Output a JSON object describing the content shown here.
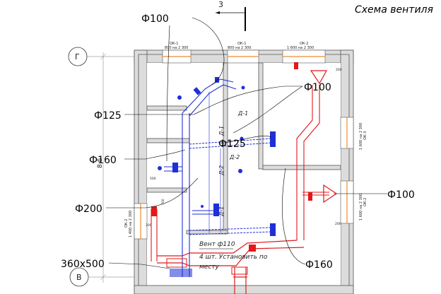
{
  "title": "Схема вентиля",
  "section_mark": "3",
  "axes": {
    "top": "Г",
    "bottom": "В"
  },
  "side_dimension": "8 6",
  "callouts": {
    "c1": "Ф100",
    "c2": "Ф100",
    "c3": "Ф125",
    "c4": "Ф125",
    "c5": "Ф160",
    "c6": "Ф100",
    "c7": "Ф200",
    "c8": "360x500",
    "c9": "Ф160"
  },
  "windows": {
    "top1_code": "ОК-1",
    "top1_size": "800 на 2 300",
    "top2_code": "ОК-1",
    "top2_size": "800 на 2 300",
    "top3_code": "ОК-2",
    "top3_size": "1 600 на 2 300",
    "right1_size": "1 600 на 2 300",
    "right1_code": "ОК-3",
    "right2_size": "1 600 на 2 300",
    "right2_code": "ОК-2",
    "left_code": "ОК-2",
    "left_size": "1 400 на 2 300"
  },
  "rooms": {
    "d1": "Д-1",
    "d1b": "Д-1",
    "d2": "Д-2",
    "d2b": "Д-2",
    "d1c": "Д-1"
  },
  "notes": {
    "duct": "Вент ф110",
    "install_1": "4 шт. Установить по",
    "install_2": "месту"
  },
  "levels": {
    "l200a": "200",
    "l200b": "200",
    "l500": "500",
    "l200c": "200",
    "l700": "700"
  }
}
